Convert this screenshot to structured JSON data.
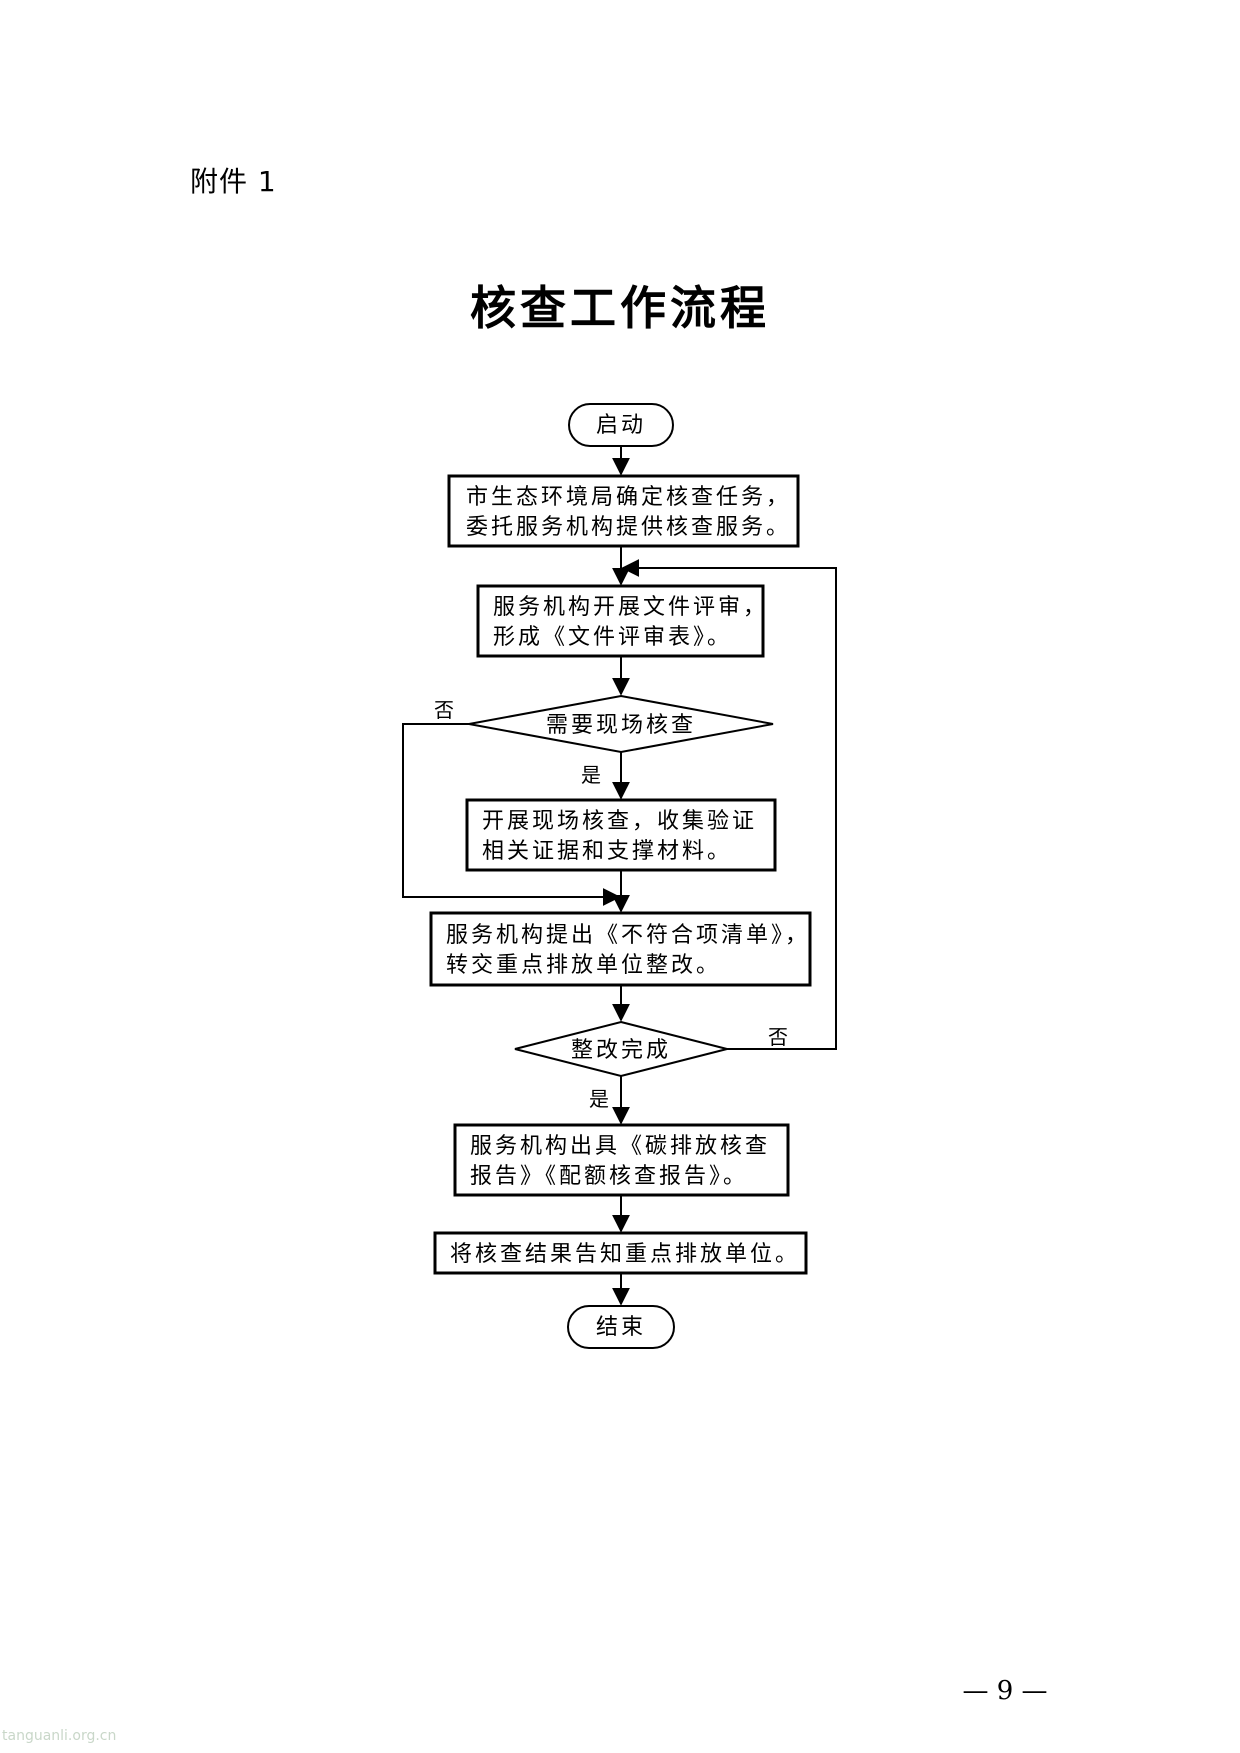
{
  "header": {
    "attachment_label": "附件 1"
  },
  "title": "核查工作流程",
  "flowchart": {
    "start": "启动",
    "steps": {
      "assign": [
        "市生态环境局确定核查任务，",
        "委托服务机构提供核查服务。"
      ],
      "review": [
        "服务机构开展文件评审，",
        "形成《文件评审表》。"
      ],
      "decision_site": "需要现场核查",
      "site_check": [
        "开展现场核查，收集验证",
        "相关证据和支撑材料。"
      ],
      "nonconformity": [
        "服务机构提出《不符合项清单》，",
        "转交重点排放单位整改。"
      ],
      "decision_rectify": "整改完成",
      "report": [
        "服务机构出具《碳排放核查",
        "报告》《配额核查报告》。"
      ],
      "notify": "将核查结果告知重点排放单位。"
    },
    "end": "结束",
    "yes_label": "是",
    "no_label": "否"
  },
  "footer": {
    "page_number": "— 9 —",
    "watermark": "tanguanli.org.cn"
  }
}
